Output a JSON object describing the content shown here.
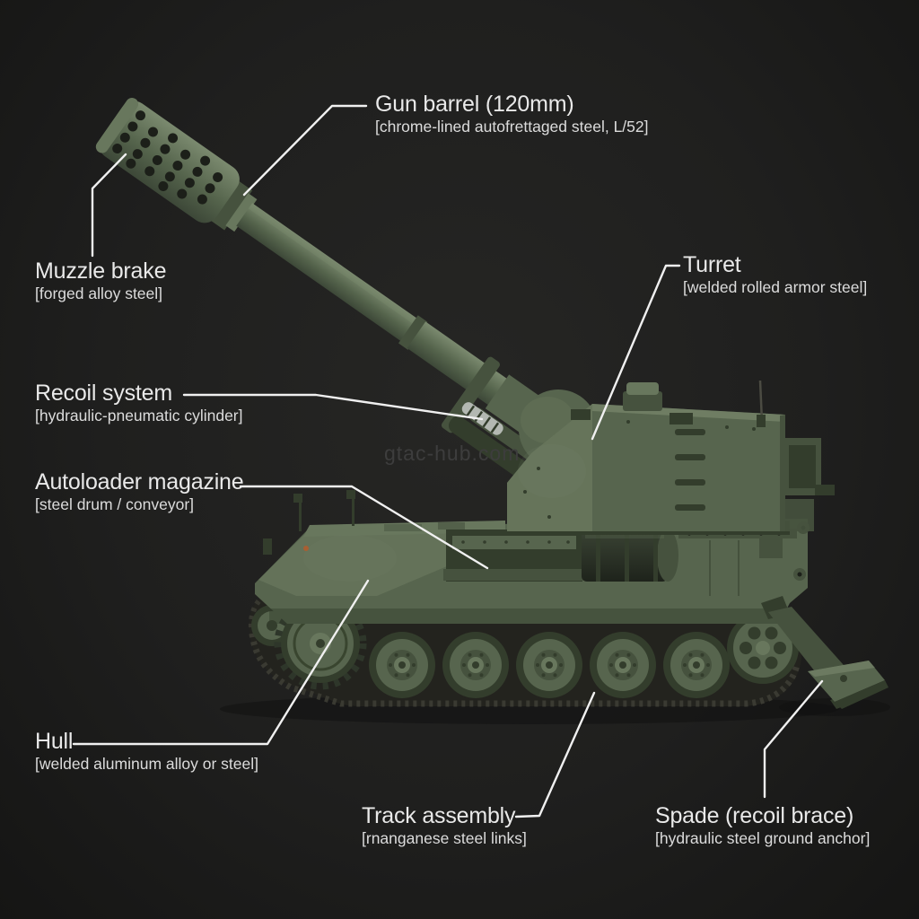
{
  "watermark": "gtac-hub.com",
  "palette": {
    "bg": "#1f1f1e",
    "green1": "#7e8d71",
    "green2": "#68775d",
    "green3": "#57654e",
    "green4": "#46523e",
    "green5": "#333d2c",
    "track_dark": "#23231e",
    "track_light": "#3d3d34",
    "metal": "#b3b8b2",
    "hole": "#1c1f19",
    "leader": "#f0f0f0",
    "text": "#e9e9e9",
    "watermark": "#3d3d3d",
    "accent_orange": "#a85f32"
  },
  "diagram": {
    "subject": "self-propelled howitzer side view",
    "labels": [
      {
        "id": "gun-barrel",
        "title": "Gun barrel (120mm)",
        "spec": "[chrome-lined autofrettaged steel, L/52]"
      },
      {
        "id": "muzzle-brake",
        "title": "Muzzle brake",
        "spec": "[forged alloy steel]"
      },
      {
        "id": "turret",
        "title": "Turret",
        "spec": "[welded rolled armor steel]"
      },
      {
        "id": "recoil-system",
        "title": "Recoil system",
        "spec": "[hydraulic-pneumatic cylinder]"
      },
      {
        "id": "autoloader-magazine",
        "title": "Autoloader magazine",
        "spec": "[steel drum / conveyor]"
      },
      {
        "id": "hull",
        "title": "Hull",
        "spec": "[welded aluminum alloy or steel]"
      },
      {
        "id": "track-assembly",
        "title": "Track assembly",
        "spec": "[rnanganese steel links]"
      },
      {
        "id": "spade",
        "title": "Spade (recoil brace)",
        "spec": "[hydraulic steel ground anchor]"
      }
    ]
  }
}
